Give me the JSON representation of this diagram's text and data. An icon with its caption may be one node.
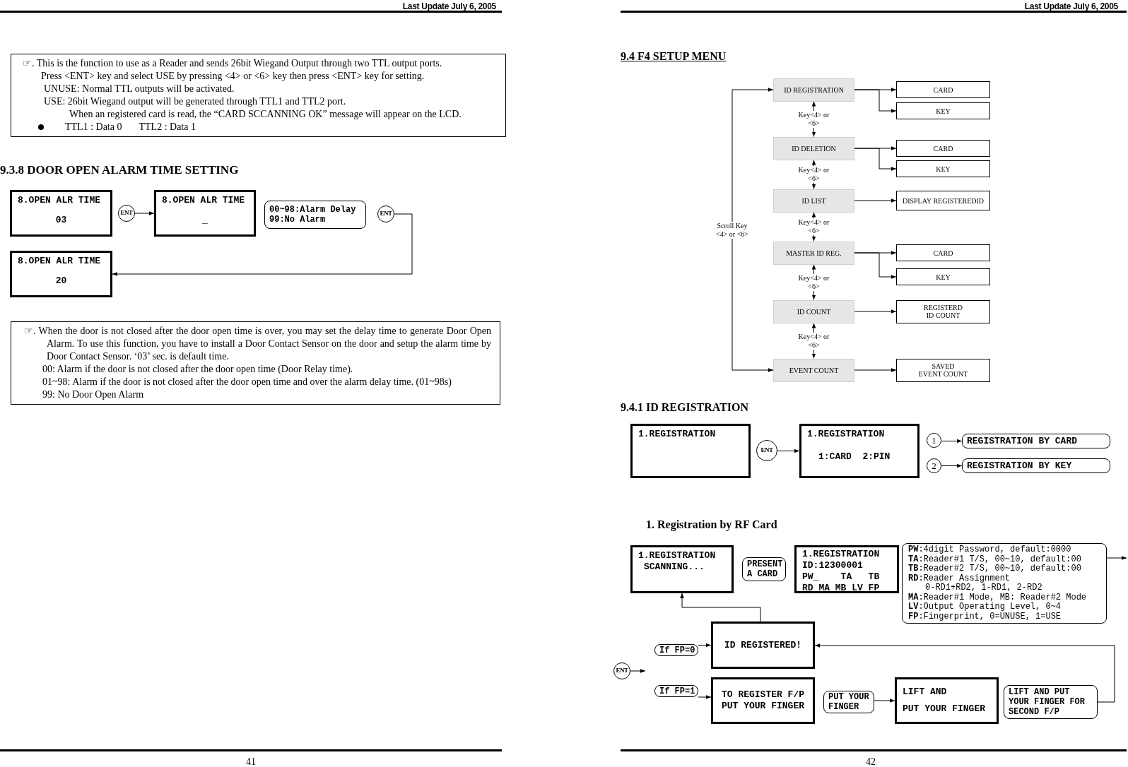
{
  "diagram": {
    "nodes": [
      {
        "text": [
          "☞. This is the function to use as a Reader and sends 26bit Wiegand Output through two TTL output ports.",
          "Press <ENT> key and select USE by pressing <4> or <6> key then press <ENT> key for setting.",
          "UNUSE: Normal TTL outputs will be activated.",
          "USE: 26bit Wiegand output will be generated through TTL1 and TTL2 port.",
          "When an registered card is read, the “CARD SCCANNING OK” message will appear on the LCD.",
          "TTL1 : Data 0",
          "TTL2 : Data 1"
        ]
      },
      {
        "text": [
          "8.OPEN ALR TIME",
          "03"
        ]
      },
      {
        "text": [
          "ENT"
        ]
      },
      {
        "text": [
          "8.OPEN ALR TIME",
          "_"
        ]
      },
      {
        "text": [
          "00~98:Alarm Delay",
          "99:No Alarm"
        ]
      },
      {
        "text": [
          "ENT"
        ]
      },
      {
        "text": [
          "8.OPEN ALR TIME",
          "20"
        ]
      },
      {
        "text": [
          "☞. When the door is not closed after the door open time is over, you may set the delay time to generate Door Open Alarm. To use this function, you have to install a Door Contact Sensor on the door and setup the alarm time by Door Contact Sensor. ‘03’ sec. is default time.",
          "00: Alarm if the door is not closed after the door open time (Door Relay time).",
          "01~98: Alarm if the door is not closed after the door open time and over the alarm delay time. (01~98s)",
          "99: No Door Open Alarm"
        ]
      },
      {
        "text": [
          "ID REGISTRATION"
        ]
      },
      {
        "text": [
          "CARD"
        ]
      },
      {
        "text": [
          "KEY"
        ]
      },
      {
        "text": [
          "ID DELETION"
        ]
      },
      {
        "text": [
          "CARD"
        ]
      },
      {
        "text": [
          "KEY"
        ]
      },
      {
        "text": [
          "ID LIST"
        ]
      },
      {
        "text": [
          "DISPLAY REGISTEREDID"
        ]
      },
      {
        "text": [
          "MASTER ID REG."
        ]
      },
      {
        "text": [
          "CARD"
        ]
      },
      {
        "text": [
          "KEY"
        ]
      },
      {
        "text": [
          "ID COUNT"
        ]
      },
      {
        "text": [
          "REGISTERD",
          "ID COUNT"
        ]
      },
      {
        "text": [
          "EVENT COUNT"
        ]
      },
      {
        "text": [
          "SAVED",
          "EVENT COUNT"
        ]
      },
      {
        "text": [
          "1.REGISTRATION"
        ]
      },
      {
        "text": [
          "ENT"
        ]
      },
      {
        "text": [
          "1.REGISTRATION",
          "1:CARD  2:PIN"
        ]
      },
      {
        "text": [
          "1"
        ]
      },
      {
        "text": [
          "REGISTRATION BY CARD"
        ]
      },
      {
        "text": [
          "2"
        ]
      },
      {
        "text": [
          "REGISTRATION BY KEY"
        ]
      },
      {
        "text": [
          "1.REGISTRATION",
          "SCANNING..."
        ]
      },
      {
        "text": [
          "PRESENT",
          "A CARD"
        ]
      },
      {
        "text": [
          "1.REGISTRATION",
          "ID:12300001",
          "PW_    TA   TB",
          "RD MA MB LV FP"
        ]
      },
      {
        "text": [
          "**PW**:4digit Password, default:0000",
          "**TA**:Reader#1 T/S, 00~10, default:00",
          "**TB**:Reader#2 T/S, 00~10, default:00",
          "**RD**:Reader Assignment",
          "0-RD1+RD2, 1-RD1, 2-RD2",
          "**MA**:Reader#1 Mode, MB: Reader#2 Mode",
          "**LV**:Output Operating Level, 0~4",
          "**FP**:Fingerprint, 0=UNUSE, 1=USE"
        ]
      },
      {
        "text": [
          "If FP=0"
        ]
      },
      {
        "text": [
          "ID REGISTERED!"
        ]
      },
      {
        "text": [
          "ENT"
        ]
      },
      {
        "text": [
          "If FP=1"
        ]
      },
      {
        "text": [
          "TO REGISTER F/P",
          "PUT YOUR FINGER"
        ]
      },
      {
        "text": [
          "PUT YOUR",
          "FINGER"
        ]
      },
      {
        "text": [
          "LIFT AND",
          "PUT YOUR FINGER"
        ]
      },
      {
        "text": [
          "LIFT AND PUT",
          "YOUR FINGER FOR",
          "SECOND F/P"
        ]
      }
    ],
    "edges": [
      {
        "from": 2,
        "to": 3,
        "arrow": "to"
      },
      {
        "from": 5,
        "to": 6,
        "arrow": "to"
      },
      {
        "from": 8,
        "to": 11,
        "arrow": "both",
        "label": "Key<4> or <6>"
      },
      {
        "from": 11,
        "to": 14,
        "arrow": "both",
        "label": "Key<4> or <6>"
      },
      {
        "from": 14,
        "to": 16,
        "arrow": "both",
        "label": "Key<4> or <6>"
      },
      {
        "from": 16,
        "to": 19,
        "arrow": "both",
        "label": "Key<4> or <6>"
      },
      {
        "from": 19,
        "to": 21,
        "arrow": "both",
        "label": "Key<4> or <6>"
      },
      {
        "from": 8,
        "to": 21,
        "arrow": "both",
        "label": "Scroll Key <4> or <6>"
      },
      {
        "from": 8,
        "to": 9,
        "arrow": "to"
      },
      {
        "from": 8,
        "to": 10,
        "arrow": "to"
      },
      {
        "from": 11,
        "to": 12,
        "arrow": "to"
      },
      {
        "from": 11,
        "to": 13,
        "arrow": "to"
      },
      {
        "from": 14,
        "to": 15,
        "arrow": "to"
      },
      {
        "from": 16,
        "to": 17,
        "arrow": "to"
      },
      {
        "from": 16,
        "to": 18,
        "arrow": "to"
      },
      {
        "from": 19,
        "to": 20,
        "arrow": "to"
      },
      {
        "from": 21,
        "to": 22,
        "arrow": "to"
      },
      {
        "from": 24,
        "to": 25,
        "arrow": "to"
      },
      {
        "from": 26,
        "to": 27,
        "arrow": "to"
      },
      {
        "from": 28,
        "to": 29,
        "arrow": "to"
      },
      {
        "from": 35,
        "to": 30,
        "arrow": "to"
      },
      {
        "from": 34,
        "to": 35,
        "arrow": "to"
      },
      {
        "from": 36,
        "to": null,
        "arrow": "to"
      },
      {
        "from": 37,
        "to": 38,
        "arrow": "to"
      },
      {
        "from": 39,
        "to": 40,
        "arrow": "to"
      },
      {
        "from": 41,
        "to": 35,
        "arrow": "to"
      },
      {
        "from": 33,
        "to": null,
        "arrow": "to"
      }
    ],
    "labels": [
      "Last Update July 6, 2005",
      "9.3.8 DOOR OPEN ALARM TIME SETTING",
      "41",
      "Last Update July 6, 2005",
      "9.4 F4 SETUP MENU",
      "9.4.1 ID REGISTRATION",
      "1. Registration by RF Card",
      "42"
    ]
  }
}
